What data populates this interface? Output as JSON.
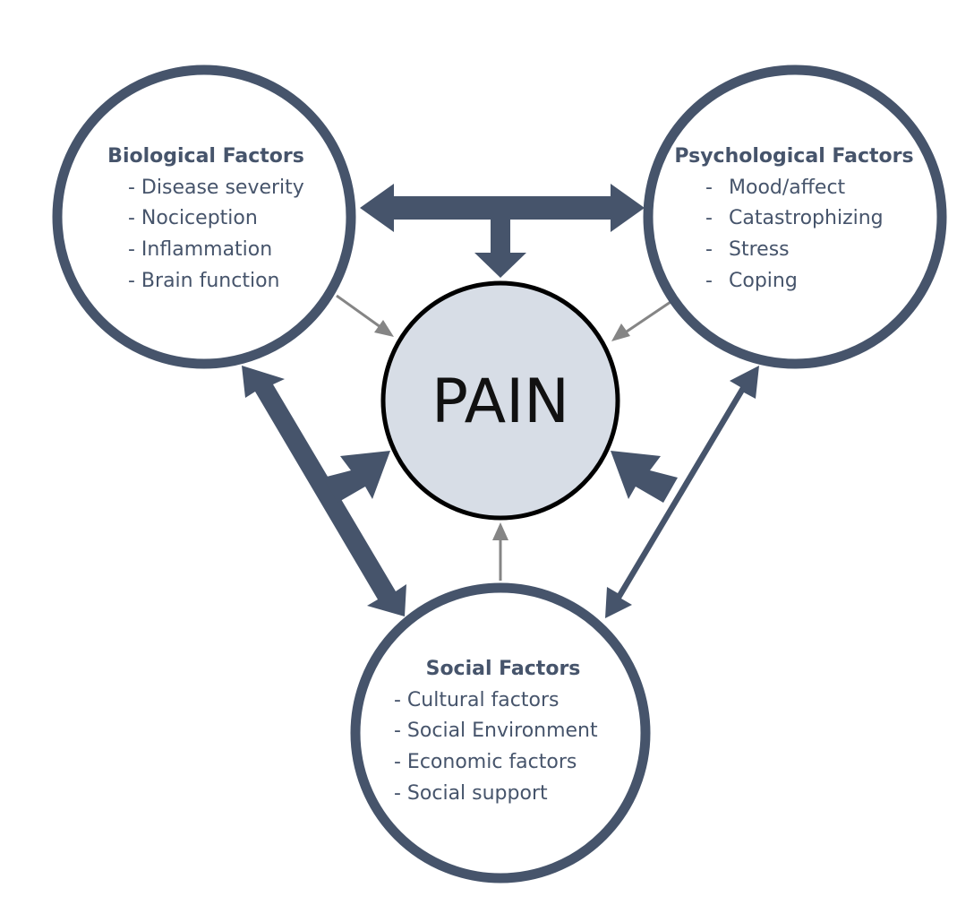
{
  "colors": {
    "ring": "#46546b",
    "arrow": "#46546b",
    "thin_arrow": "#858585",
    "text": "#46546b",
    "center_fill": "#d7dde6",
    "center_ring": "#000000",
    "center_text": "#111111",
    "circle_fill": "#ffffff"
  },
  "center": {
    "label": "PAIN"
  },
  "biological": {
    "title": "Biological Factors",
    "items": [
      "- Disease severity",
      "- Nociception",
      "- Inflammation",
      "- Brain function"
    ]
  },
  "psychological": {
    "title": "Psychological Factors",
    "items": [
      "-",
      "Mood/affect",
      "-",
      "Catastrophizing",
      "-",
      "Stress",
      "-",
      "Coping"
    ]
  },
  "social": {
    "title": "Social Factors",
    "items": [
      "- Cultural factors",
      "- Social Environment",
      "- Economic factors",
      "- Social support"
    ]
  }
}
